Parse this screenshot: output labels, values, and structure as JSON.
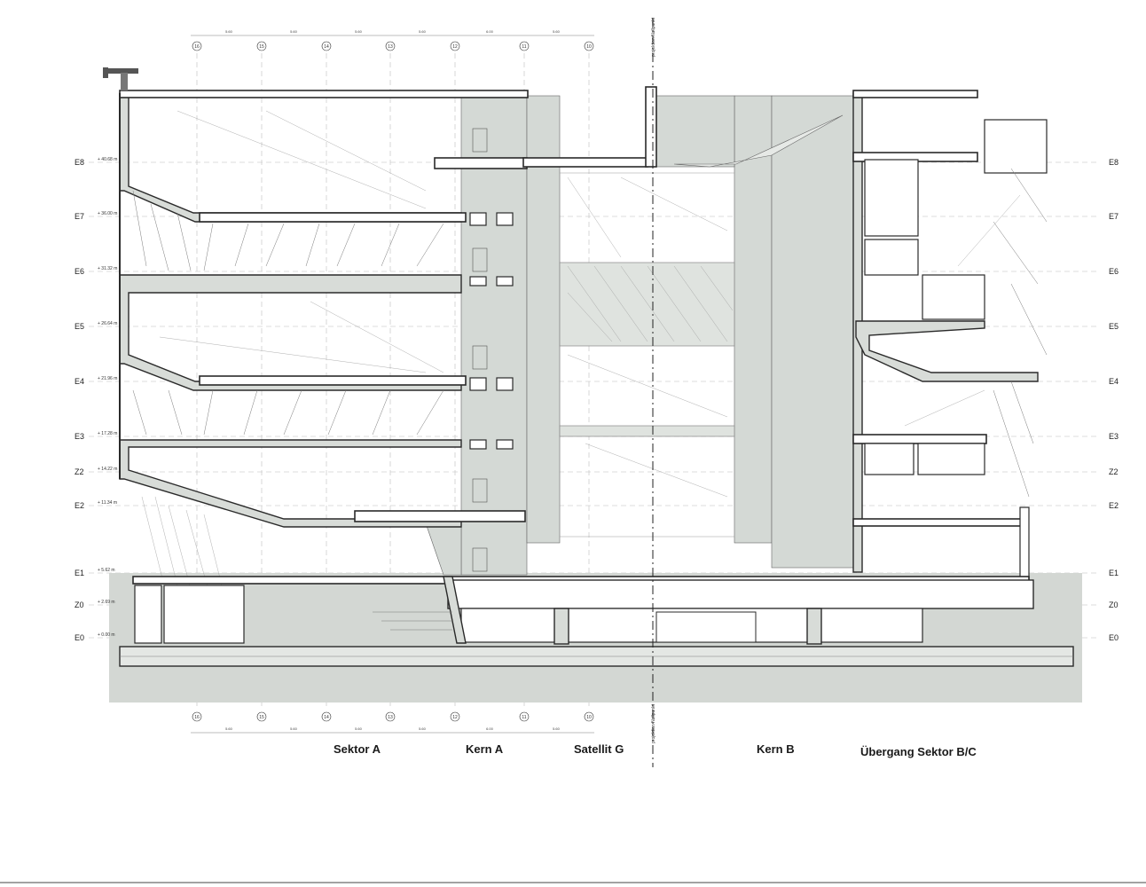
{
  "levels": [
    {
      "name": "E8",
      "elev": "+ 40.68 m"
    },
    {
      "name": "E7",
      "elev": "+ 36.00 m"
    },
    {
      "name": "E6",
      "elev": "+ 31.32 m"
    },
    {
      "name": "E5",
      "elev": "+ 26.64 m"
    },
    {
      "name": "E4",
      "elev": "+ 21.96 m"
    },
    {
      "name": "E3",
      "elev": "+ 17.28 m"
    },
    {
      "name": "Z2",
      "elev": "+ 14.22 m"
    },
    {
      "name": "E2",
      "elev": "+ 11.34 m"
    },
    {
      "name": "E1",
      "elev": "+ 5.62 m"
    },
    {
      "name": "Z0",
      "elev": "+ 2.69 m"
    },
    {
      "name": "E0",
      "elev": "+ 0.00 m"
    }
  ],
  "grid_axes": [
    "16",
    "15",
    "14",
    "13",
    "12",
    "11",
    "10"
  ],
  "top_dimensions": [
    "5.60",
    "5.60",
    "5.60",
    "5.60",
    "6.00",
    "5.60"
  ],
  "bottom_dimensions": [
    "5.60",
    "5.60",
    "5.60",
    "5.60",
    "6.00",
    "5.60"
  ],
  "projection_label": "projektion Nullpunkt",
  "sectors": [
    "Sektor A",
    "Kern A",
    "Satellit G",
    "Kern B",
    "Übergang Sektor B/C"
  ]
}
